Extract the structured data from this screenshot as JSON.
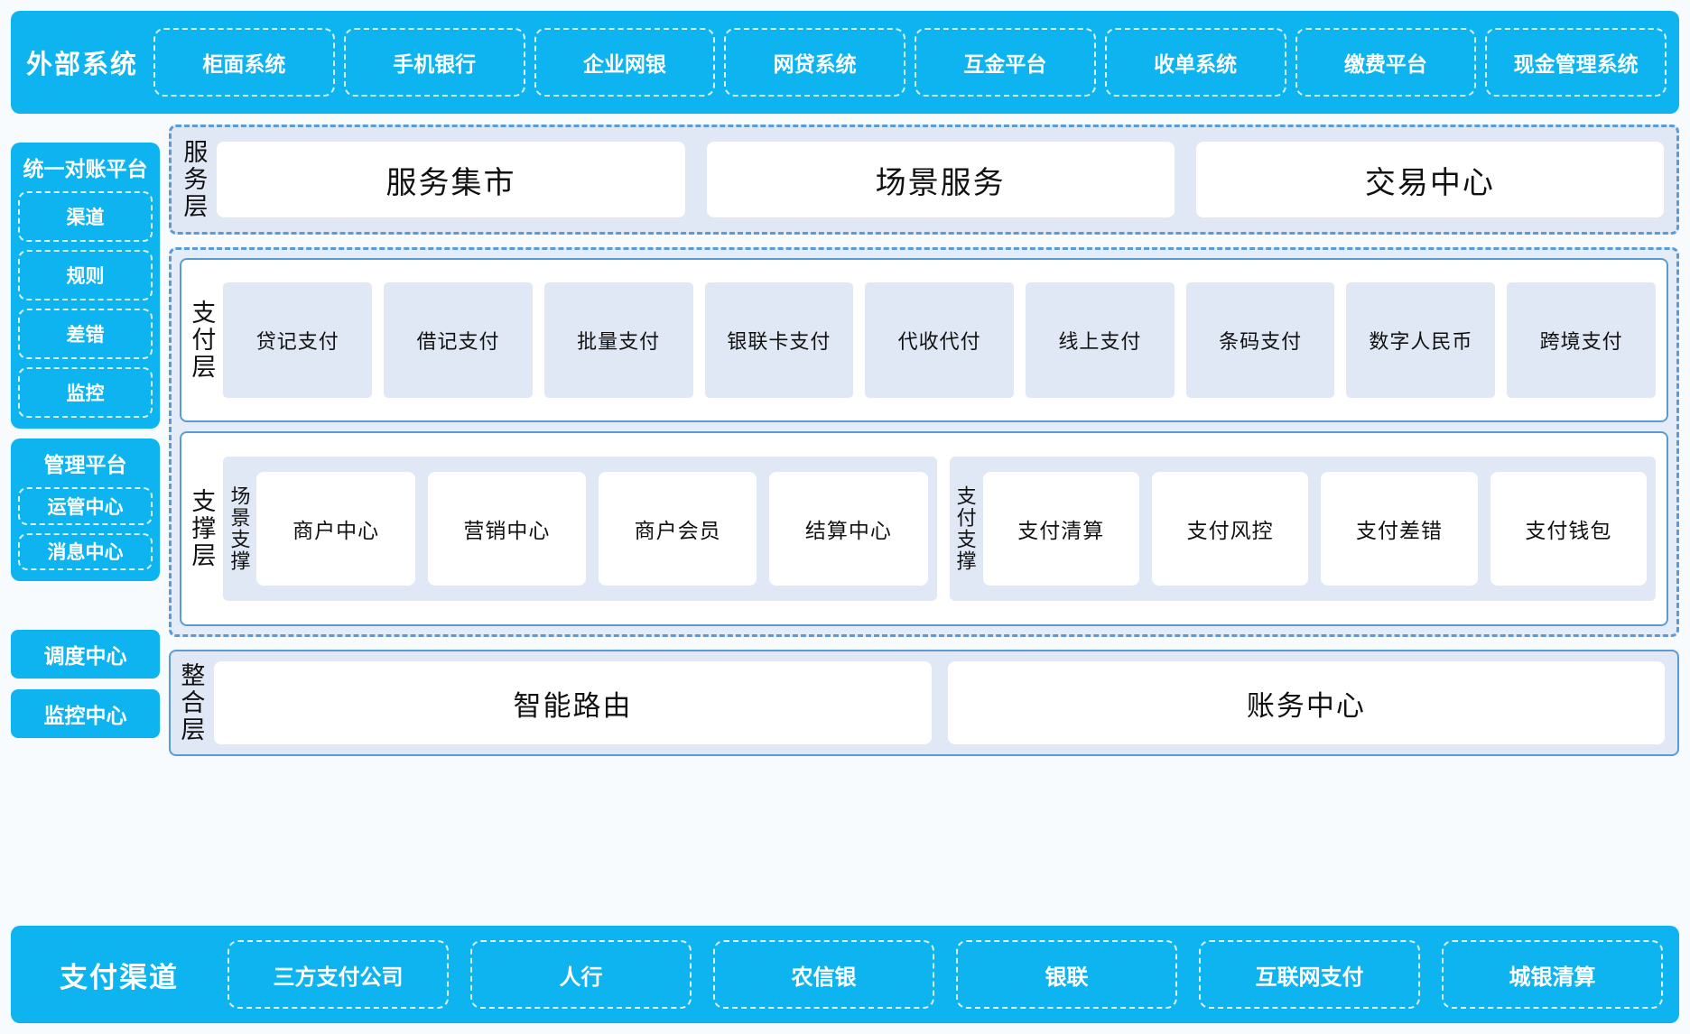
{
  "colors": {
    "cyan": "#0db4ef",
    "panel_blue": "#dfe8f4",
    "border_blue": "#5b9bd5",
    "page_bg": "#f8fbfd"
  },
  "external": {
    "title": "外部系统",
    "items": [
      {
        "label": "柜面系统"
      },
      {
        "label": "手机银行"
      },
      {
        "label": "企业网银"
      },
      {
        "label": "网贷系统"
      },
      {
        "label": "互金平台"
      },
      {
        "label": "收单系统"
      },
      {
        "label": "缴费平台"
      },
      {
        "label": "现金管理系统"
      }
    ]
  },
  "sidebar": {
    "reconciliation": {
      "title": "统一对账平台",
      "items": [
        {
          "label": "渠道"
        },
        {
          "label": "规则"
        },
        {
          "label": "差错"
        },
        {
          "label": "监控"
        }
      ]
    },
    "management": {
      "title": "管理平台",
      "items": [
        {
          "label": "运管中心"
        },
        {
          "label": "消息中心"
        }
      ]
    },
    "standalone": [
      {
        "label": "调度中心"
      },
      {
        "label": "监控中心"
      }
    ]
  },
  "service_layer": {
    "label": "服务层",
    "cards": [
      {
        "label": "服务集市"
      },
      {
        "label": "场景服务"
      },
      {
        "label": "交易中心"
      }
    ]
  },
  "payment_layer": {
    "label": "支付层",
    "cards": [
      {
        "label": "贷记支付"
      },
      {
        "label": "借记支付"
      },
      {
        "label": "批量支付"
      },
      {
        "label": "银联卡支付"
      },
      {
        "label": "代收代付"
      },
      {
        "label": "线上支付"
      },
      {
        "label": "条码支付"
      },
      {
        "label": "数字人民币"
      },
      {
        "label": "跨境支付"
      }
    ]
  },
  "support_layer": {
    "label": "支撑层",
    "groups": [
      {
        "label": "场景支撑",
        "cards": [
          {
            "label": "商户中心"
          },
          {
            "label": "营销中心"
          },
          {
            "label": "商户会员"
          },
          {
            "label": "结算中心"
          }
        ]
      },
      {
        "label": "支付支撑",
        "cards": [
          {
            "label": "支付清算"
          },
          {
            "label": "支付风控"
          },
          {
            "label": "支付差错"
          },
          {
            "label": "支付钱包"
          }
        ]
      }
    ]
  },
  "integration_layer": {
    "label": "整合层",
    "cards": [
      {
        "label": "智能路由"
      },
      {
        "label": "账务中心"
      }
    ]
  },
  "channels": {
    "title": "支付渠道",
    "items": [
      {
        "label": "三方支付公司"
      },
      {
        "label": "人行"
      },
      {
        "label": "农信银"
      },
      {
        "label": "银联"
      },
      {
        "label": "互联网支付"
      },
      {
        "label": "城银清算"
      }
    ]
  }
}
